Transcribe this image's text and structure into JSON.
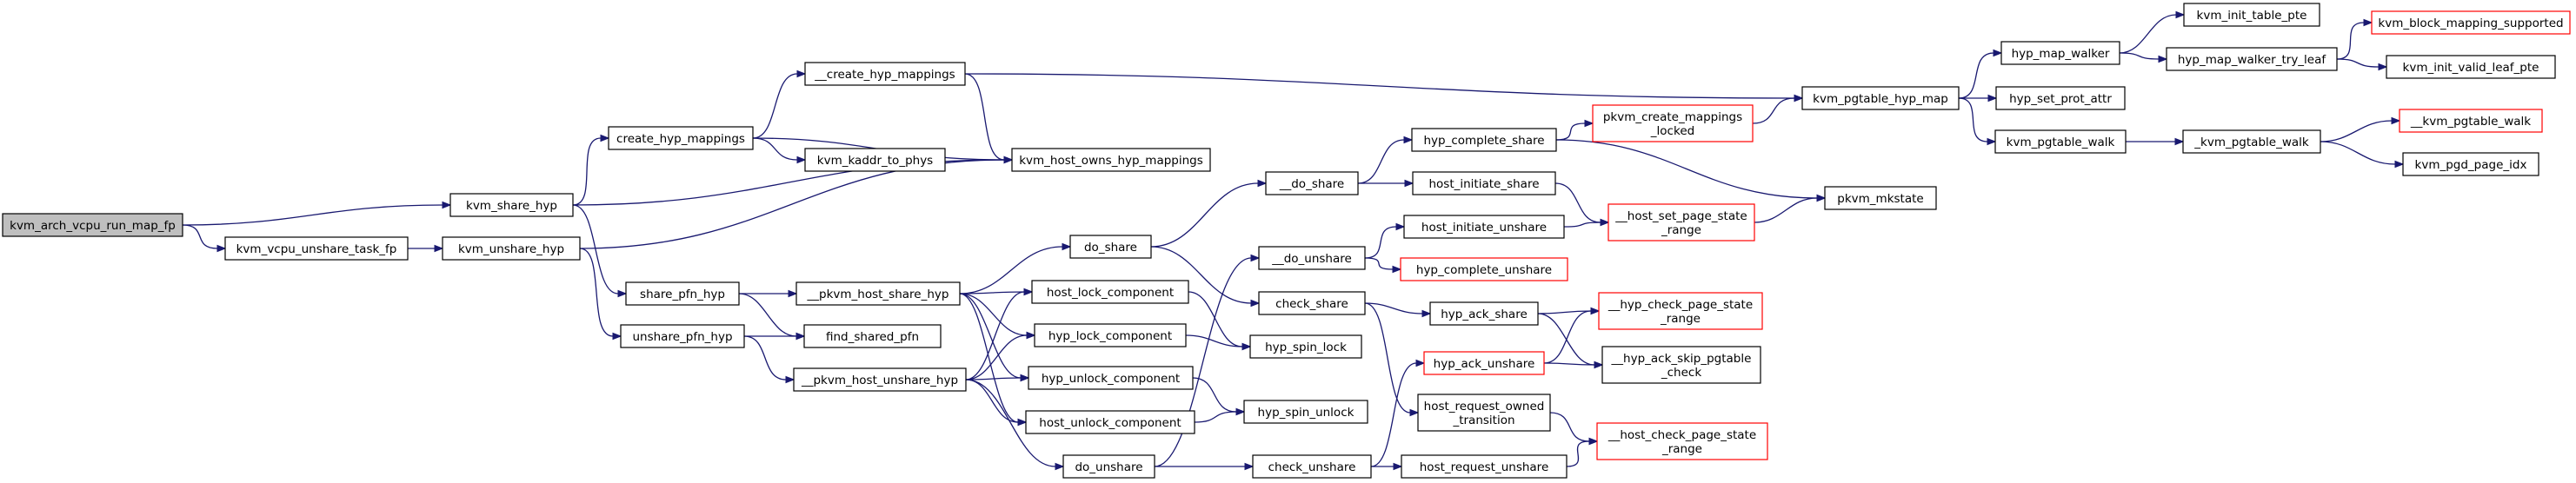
{
  "colors": {
    "edge": "#191970",
    "truncated_border": "#ff0000",
    "root_fill": "#bfbfbf",
    "node_border": "#000000"
  },
  "nodes": [
    {
      "id": "root",
      "lines": [
        "kvm_arch_vcpu_run_map_fp"
      ],
      "kind": "root"
    },
    {
      "id": "kvm_share_hyp",
      "lines": [
        "kvm_share_hyp"
      ],
      "kind": "normal"
    },
    {
      "id": "kvm_vcpu_unshare_task_fp",
      "lines": [
        "kvm_vcpu_unshare_task_fp"
      ],
      "kind": "normal"
    },
    {
      "id": "kvm_unshare_hyp",
      "lines": [
        "kvm_unshare_hyp"
      ],
      "kind": "normal"
    },
    {
      "id": "create_hyp_mappings",
      "lines": [
        "create_hyp_mappings"
      ],
      "kind": "normal"
    },
    {
      "id": "__create_hyp_mappings",
      "lines": [
        "__create_hyp_mappings"
      ],
      "kind": "normal"
    },
    {
      "id": "kvm_kaddr_to_phys",
      "lines": [
        "kvm_kaddr_to_phys"
      ],
      "kind": "normal"
    },
    {
      "id": "kvm_host_owns_hyp_mappings",
      "lines": [
        "kvm_host_owns_hyp_mappings"
      ],
      "kind": "normal"
    },
    {
      "id": "share_pfn_hyp",
      "lines": [
        "share_pfn_hyp"
      ],
      "kind": "normal"
    },
    {
      "id": "unshare_pfn_hyp",
      "lines": [
        "unshare_pfn_hyp"
      ],
      "kind": "normal"
    },
    {
      "id": "find_shared_pfn",
      "lines": [
        "find_shared_pfn"
      ],
      "kind": "normal"
    },
    {
      "id": "__pkvm_host_share_hyp",
      "lines": [
        "__pkvm_host_share_hyp"
      ],
      "kind": "normal"
    },
    {
      "id": "__pkvm_host_unshare_hyp",
      "lines": [
        "__pkvm_host_unshare_hyp"
      ],
      "kind": "normal"
    },
    {
      "id": "do_share",
      "lines": [
        "do_share"
      ],
      "kind": "normal"
    },
    {
      "id": "host_lock_component",
      "lines": [
        "host_lock_component"
      ],
      "kind": "normal"
    },
    {
      "id": "hyp_lock_component",
      "lines": [
        "hyp_lock_component"
      ],
      "kind": "normal"
    },
    {
      "id": "hyp_unlock_component",
      "lines": [
        "hyp_unlock_component"
      ],
      "kind": "normal"
    },
    {
      "id": "host_unlock_component",
      "lines": [
        "host_unlock_component"
      ],
      "kind": "normal"
    },
    {
      "id": "do_unshare",
      "lines": [
        "do_unshare"
      ],
      "kind": "normal"
    },
    {
      "id": "hyp_spin_lock",
      "lines": [
        "hyp_spin_lock"
      ],
      "kind": "normal"
    },
    {
      "id": "hyp_spin_unlock",
      "lines": [
        "hyp_spin_unlock"
      ],
      "kind": "normal"
    },
    {
      "id": "__do_share",
      "lines": [
        "__do_share"
      ],
      "kind": "normal"
    },
    {
      "id": "__do_unshare",
      "lines": [
        "__do_unshare"
      ],
      "kind": "normal"
    },
    {
      "id": "check_share",
      "lines": [
        "check_share"
      ],
      "kind": "normal"
    },
    {
      "id": "check_unshare",
      "lines": [
        "check_unshare"
      ],
      "kind": "normal"
    },
    {
      "id": "hyp_complete_share",
      "lines": [
        "hyp_complete_share"
      ],
      "kind": "normal"
    },
    {
      "id": "host_initiate_share",
      "lines": [
        "host_initiate_share"
      ],
      "kind": "normal"
    },
    {
      "id": "host_initiate_unshare",
      "lines": [
        "host_initiate_unshare"
      ],
      "kind": "normal"
    },
    {
      "id": "hyp_complete_unshare",
      "lines": [
        "hyp_complete_unshare"
      ],
      "kind": "truncated"
    },
    {
      "id": "hyp_ack_share",
      "lines": [
        "hyp_ack_share"
      ],
      "kind": "normal"
    },
    {
      "id": "hyp_ack_unshare",
      "lines": [
        "hyp_ack_unshare"
      ],
      "kind": "truncated"
    },
    {
      "id": "host_request_owned_transition",
      "lines": [
        "host_request_owned",
        "_transition"
      ],
      "kind": "normal"
    },
    {
      "id": "host_request_unshare",
      "lines": [
        "host_request_unshare"
      ],
      "kind": "normal"
    },
    {
      "id": "pkvm_create_mappings_locked",
      "lines": [
        "pkvm_create_mappings",
        "_locked"
      ],
      "kind": "truncated"
    },
    {
      "id": "__host_set_page_state_range",
      "lines": [
        "__host_set_page_state",
        "_range"
      ],
      "kind": "truncated"
    },
    {
      "id": "__hyp_check_page_state_range",
      "lines": [
        "__hyp_check_page_state",
        "_range"
      ],
      "kind": "truncated"
    },
    {
      "id": "__hyp_ack_skip_pgtable_check",
      "lines": [
        "__hyp_ack_skip_pgtable",
        "_check"
      ],
      "kind": "normal"
    },
    {
      "id": "__host_check_page_state_range",
      "lines": [
        "__host_check_page_state",
        "_range"
      ],
      "kind": "truncated"
    },
    {
      "id": "kvm_pgtable_hyp_map",
      "lines": [
        "kvm_pgtable_hyp_map"
      ],
      "kind": "normal"
    },
    {
      "id": "pkvm_mkstate",
      "lines": [
        "pkvm_mkstate"
      ],
      "kind": "normal"
    },
    {
      "id": "hyp_map_walker",
      "lines": [
        "hyp_map_walker"
      ],
      "kind": "normal"
    },
    {
      "id": "hyp_set_prot_attr",
      "lines": [
        "hyp_set_prot_attr"
      ],
      "kind": "normal"
    },
    {
      "id": "kvm_pgtable_walk",
      "lines": [
        "kvm_pgtable_walk"
      ],
      "kind": "normal"
    },
    {
      "id": "kvm_init_table_pte",
      "lines": [
        "kvm_init_table_pte"
      ],
      "kind": "normal"
    },
    {
      "id": "hyp_map_walker_try_leaf",
      "lines": [
        "hyp_map_walker_try_leaf"
      ],
      "kind": "normal"
    },
    {
      "id": "_kvm_pgtable_walk",
      "lines": [
        "_kvm_pgtable_walk"
      ],
      "kind": "normal"
    },
    {
      "id": "kvm_block_mapping_supported",
      "lines": [
        "kvm_block_mapping_supported"
      ],
      "kind": "truncated"
    },
    {
      "id": "kvm_init_valid_leaf_pte",
      "lines": [
        "kvm_init_valid_leaf_pte"
      ],
      "kind": "normal"
    },
    {
      "id": "__kvm_pgtable_walk",
      "lines": [
        "__kvm_pgtable_walk"
      ],
      "kind": "truncated"
    },
    {
      "id": "kvm_pgd_page_idx",
      "lines": [
        "kvm_pgd_page_idx"
      ],
      "kind": "normal"
    }
  ],
  "edges": [
    [
      "root",
      "kvm_share_hyp"
    ],
    [
      "root",
      "kvm_vcpu_unshare_task_fp"
    ],
    [
      "kvm_vcpu_unshare_task_fp",
      "kvm_unshare_hyp"
    ],
    [
      "kvm_share_hyp",
      "create_hyp_mappings"
    ],
    [
      "kvm_share_hyp",
      "kvm_host_owns_hyp_mappings"
    ],
    [
      "kvm_share_hyp",
      "share_pfn_hyp"
    ],
    [
      "kvm_unshare_hyp",
      "kvm_host_owns_hyp_mappings"
    ],
    [
      "kvm_unshare_hyp",
      "unshare_pfn_hyp"
    ],
    [
      "create_hyp_mappings",
      "__create_hyp_mappings"
    ],
    [
      "create_hyp_mappings",
      "kvm_host_owns_hyp_mappings"
    ],
    [
      "create_hyp_mappings",
      "kvm_kaddr_to_phys"
    ],
    [
      "__create_hyp_mappings",
      "kvm_host_owns_hyp_mappings"
    ],
    [
      "__create_hyp_mappings",
      "kvm_pgtable_hyp_map"
    ],
    [
      "share_pfn_hyp",
      "__pkvm_host_share_hyp"
    ],
    [
      "share_pfn_hyp",
      "find_shared_pfn"
    ],
    [
      "unshare_pfn_hyp",
      "find_shared_pfn"
    ],
    [
      "unshare_pfn_hyp",
      "__pkvm_host_unshare_hyp"
    ],
    [
      "__pkvm_host_share_hyp",
      "do_share"
    ],
    [
      "__pkvm_host_share_hyp",
      "host_lock_component"
    ],
    [
      "__pkvm_host_share_hyp",
      "hyp_lock_component"
    ],
    [
      "__pkvm_host_share_hyp",
      "hyp_unlock_component"
    ],
    [
      "__pkvm_host_share_hyp",
      "host_unlock_component"
    ],
    [
      "__pkvm_host_unshare_hyp",
      "host_lock_component"
    ],
    [
      "__pkvm_host_unshare_hyp",
      "hyp_lock_component"
    ],
    [
      "__pkvm_host_unshare_hyp",
      "hyp_unlock_component"
    ],
    [
      "__pkvm_host_unshare_hyp",
      "host_unlock_component"
    ],
    [
      "__pkvm_host_unshare_hyp",
      "do_unshare"
    ],
    [
      "host_lock_component",
      "hyp_spin_lock"
    ],
    [
      "hyp_lock_component",
      "hyp_spin_lock"
    ],
    [
      "hyp_unlock_component",
      "hyp_spin_unlock"
    ],
    [
      "host_unlock_component",
      "hyp_spin_unlock"
    ],
    [
      "do_share",
      "__do_share"
    ],
    [
      "do_share",
      "check_share"
    ],
    [
      "do_unshare",
      "__do_unshare"
    ],
    [
      "do_unshare",
      "check_unshare"
    ],
    [
      "__do_share",
      "hyp_complete_share"
    ],
    [
      "__do_share",
      "host_initiate_share"
    ],
    [
      "__do_unshare",
      "host_initiate_unshare"
    ],
    [
      "__do_unshare",
      "hyp_complete_unshare"
    ],
    [
      "check_share",
      "hyp_ack_share"
    ],
    [
      "check_share",
      "host_request_owned_transition"
    ],
    [
      "check_unshare",
      "hyp_ack_unshare"
    ],
    [
      "check_unshare",
      "host_request_unshare"
    ],
    [
      "hyp_complete_share",
      "pkvm_create_mappings_locked"
    ],
    [
      "hyp_complete_share",
      "pkvm_mkstate"
    ],
    [
      "host_initiate_share",
      "__host_set_page_state_range"
    ],
    [
      "host_initiate_unshare",
      "__host_set_page_state_range"
    ],
    [
      "hyp_ack_share",
      "__hyp_check_page_state_range"
    ],
    [
      "hyp_ack_share",
      "__hyp_ack_skip_pgtable_check"
    ],
    [
      "hyp_ack_unshare",
      "__hyp_check_page_state_range"
    ],
    [
      "hyp_ack_unshare",
      "__hyp_ack_skip_pgtable_check"
    ],
    [
      "host_request_owned_transition",
      "__host_check_page_state_range"
    ],
    [
      "host_request_unshare",
      "__host_check_page_state_range"
    ],
    [
      "pkvm_create_mappings_locked",
      "kvm_pgtable_hyp_map"
    ],
    [
      "__host_set_page_state_range",
      "pkvm_mkstate"
    ],
    [
      "kvm_pgtable_hyp_map",
      "hyp_map_walker"
    ],
    [
      "kvm_pgtable_hyp_map",
      "hyp_set_prot_attr"
    ],
    [
      "kvm_pgtable_hyp_map",
      "kvm_pgtable_walk"
    ],
    [
      "hyp_map_walker",
      "kvm_init_table_pte"
    ],
    [
      "hyp_map_walker",
      "hyp_map_walker_try_leaf"
    ],
    [
      "hyp_map_walker_try_leaf",
      "kvm_block_mapping_supported"
    ],
    [
      "hyp_map_walker_try_leaf",
      "kvm_init_valid_leaf_pte"
    ],
    [
      "kvm_pgtable_walk",
      "_kvm_pgtable_walk"
    ],
    [
      "_kvm_pgtable_walk",
      "__kvm_pgtable_walk"
    ],
    [
      "_kvm_pgtable_walk",
      "kvm_pgd_page_idx"
    ]
  ]
}
